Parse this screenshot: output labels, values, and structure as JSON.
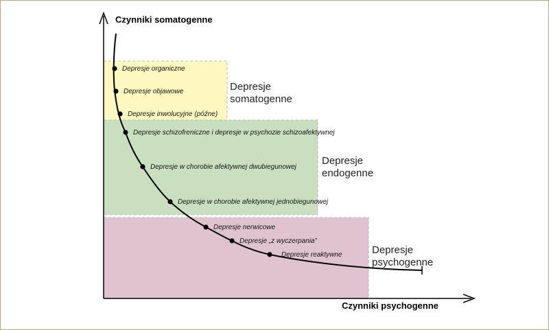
{
  "axes": {
    "y_label": "Czynniki somatogenne",
    "x_label": "Czynniki psychogenne"
  },
  "regions": [
    {
      "line1": "Depresje",
      "line2": "somatogenne",
      "fill": "#fdf8c0"
    },
    {
      "line1": "Depresje",
      "line2": "endogenne",
      "fill": "#cadfbf"
    },
    {
      "line1": "Depresje",
      "line2": "psychogenne",
      "fill": "#dfc4cf"
    }
  ],
  "points": [
    "Depresje organiczne",
    "Depresje objawowe",
    "Depresje inwolucyjne (późne)",
    "Depresje schizofreniczne i depresje w psychozie schizoafektywnej",
    "Depresje w chorobie afektywnej dwubiegunowej",
    "Depresje w chorobie afektywnej jednobiegunowej",
    "Depresje nerwicowe",
    "Depresje „z wyczerpania”",
    "Depresje reaktywne"
  ]
}
